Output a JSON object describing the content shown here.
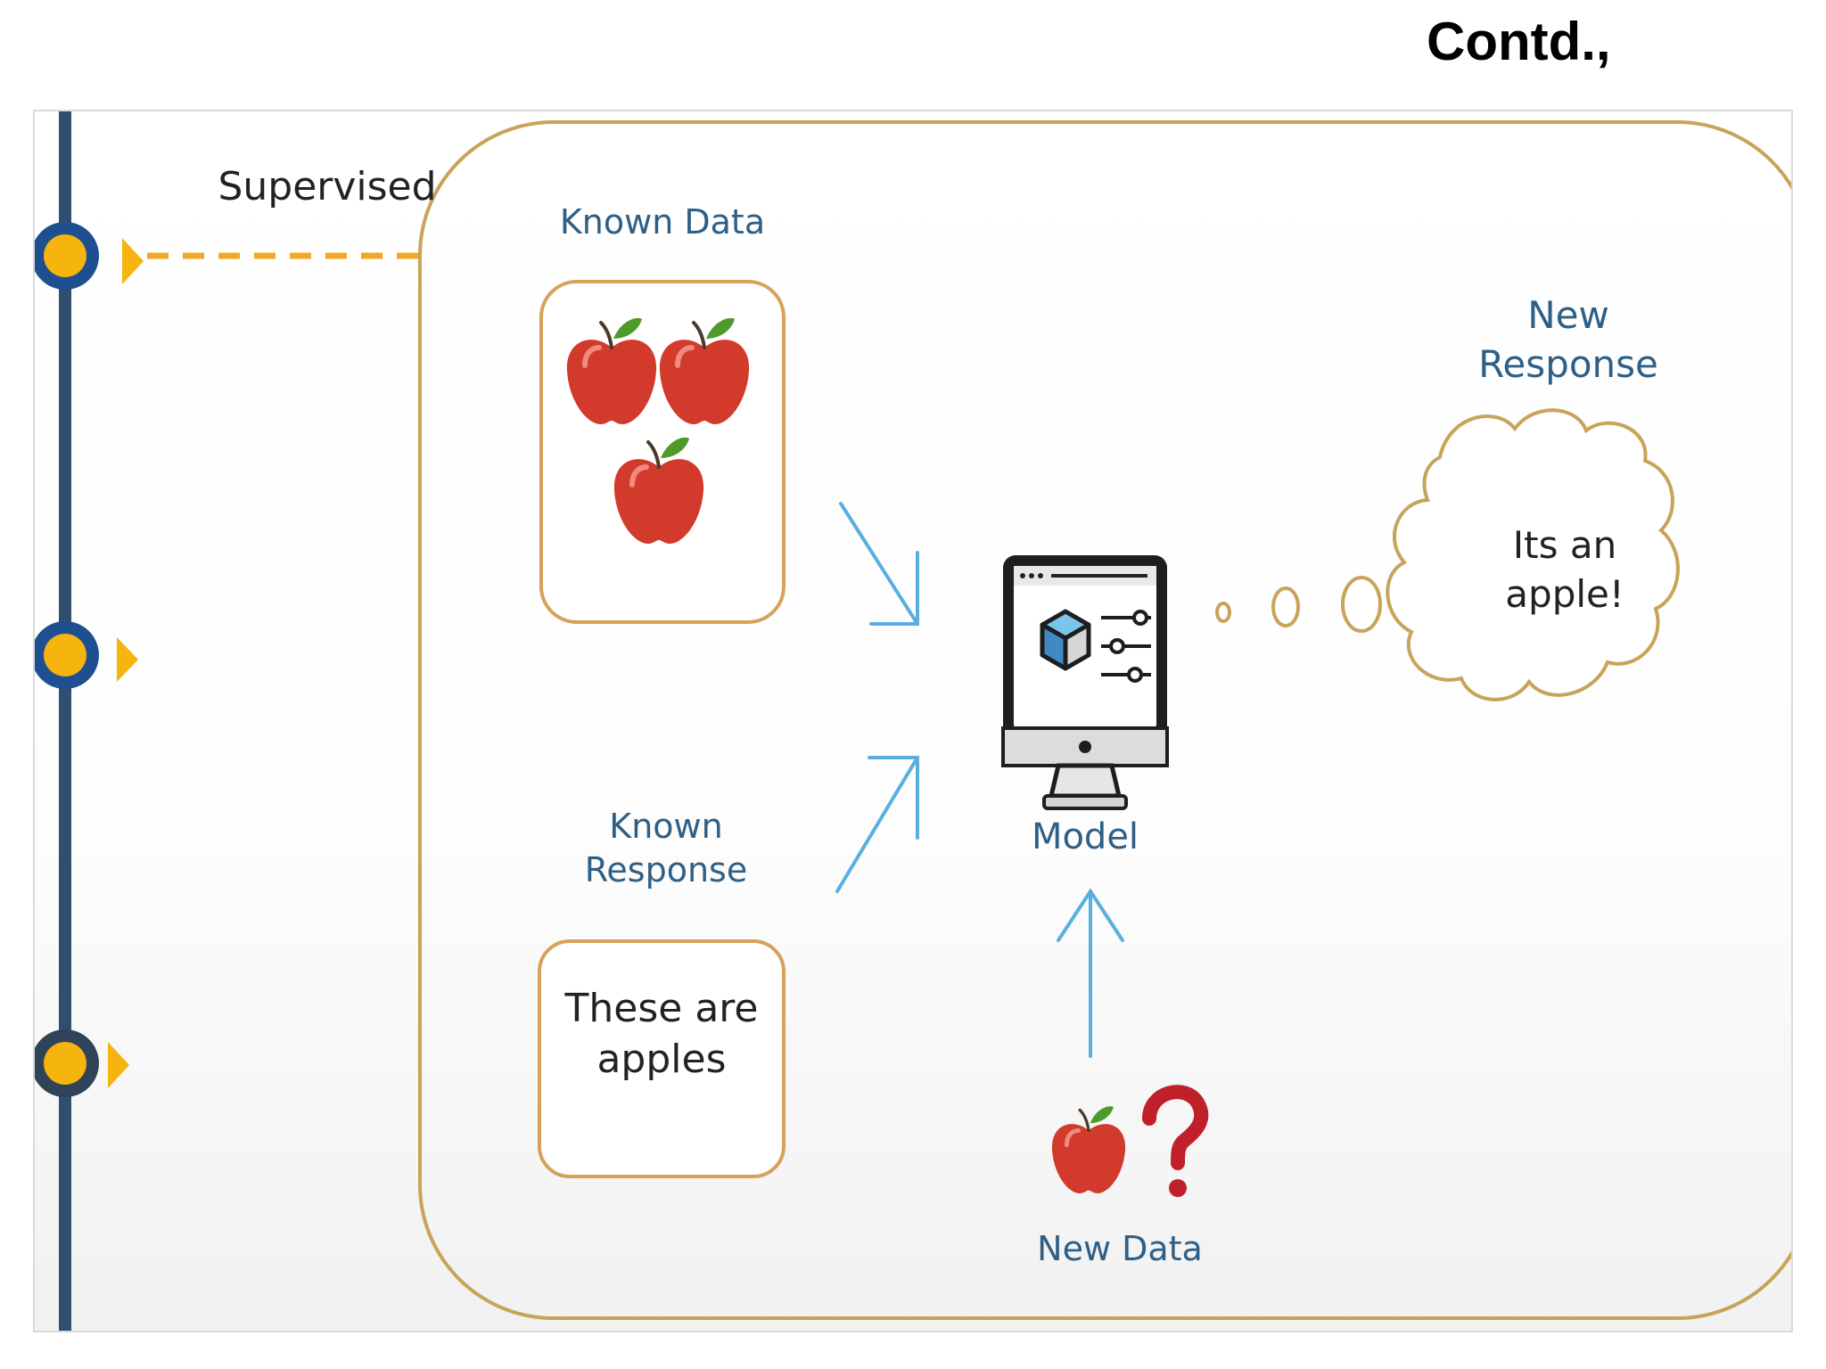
{
  "slide": {
    "title": "Contd.,"
  },
  "timeline": {
    "supervised_label": "Supervised"
  },
  "diagram": {
    "known_data_label": "Known Data",
    "known_response_label": "Known\nResponse",
    "known_response_text": "These are\napples",
    "model_label": "Model",
    "new_data_label": "New Data",
    "new_response_label": "New\nResponse",
    "new_response_text": "Its an\napple!",
    "question_mark": "?"
  },
  "colors": {
    "timeline_line": "#2f4f6e",
    "node_ring": "#1d4f91",
    "node_fill": "#f6b40e",
    "frame_border": "#c8a45a",
    "arrow_blue": "#5aaee0",
    "apple_red": "#d23a2c",
    "question_red": "#c0202a"
  },
  "icons": [
    "apple-icon",
    "computer-model-icon",
    "thought-cloud-icon",
    "question-mark-icon"
  ]
}
